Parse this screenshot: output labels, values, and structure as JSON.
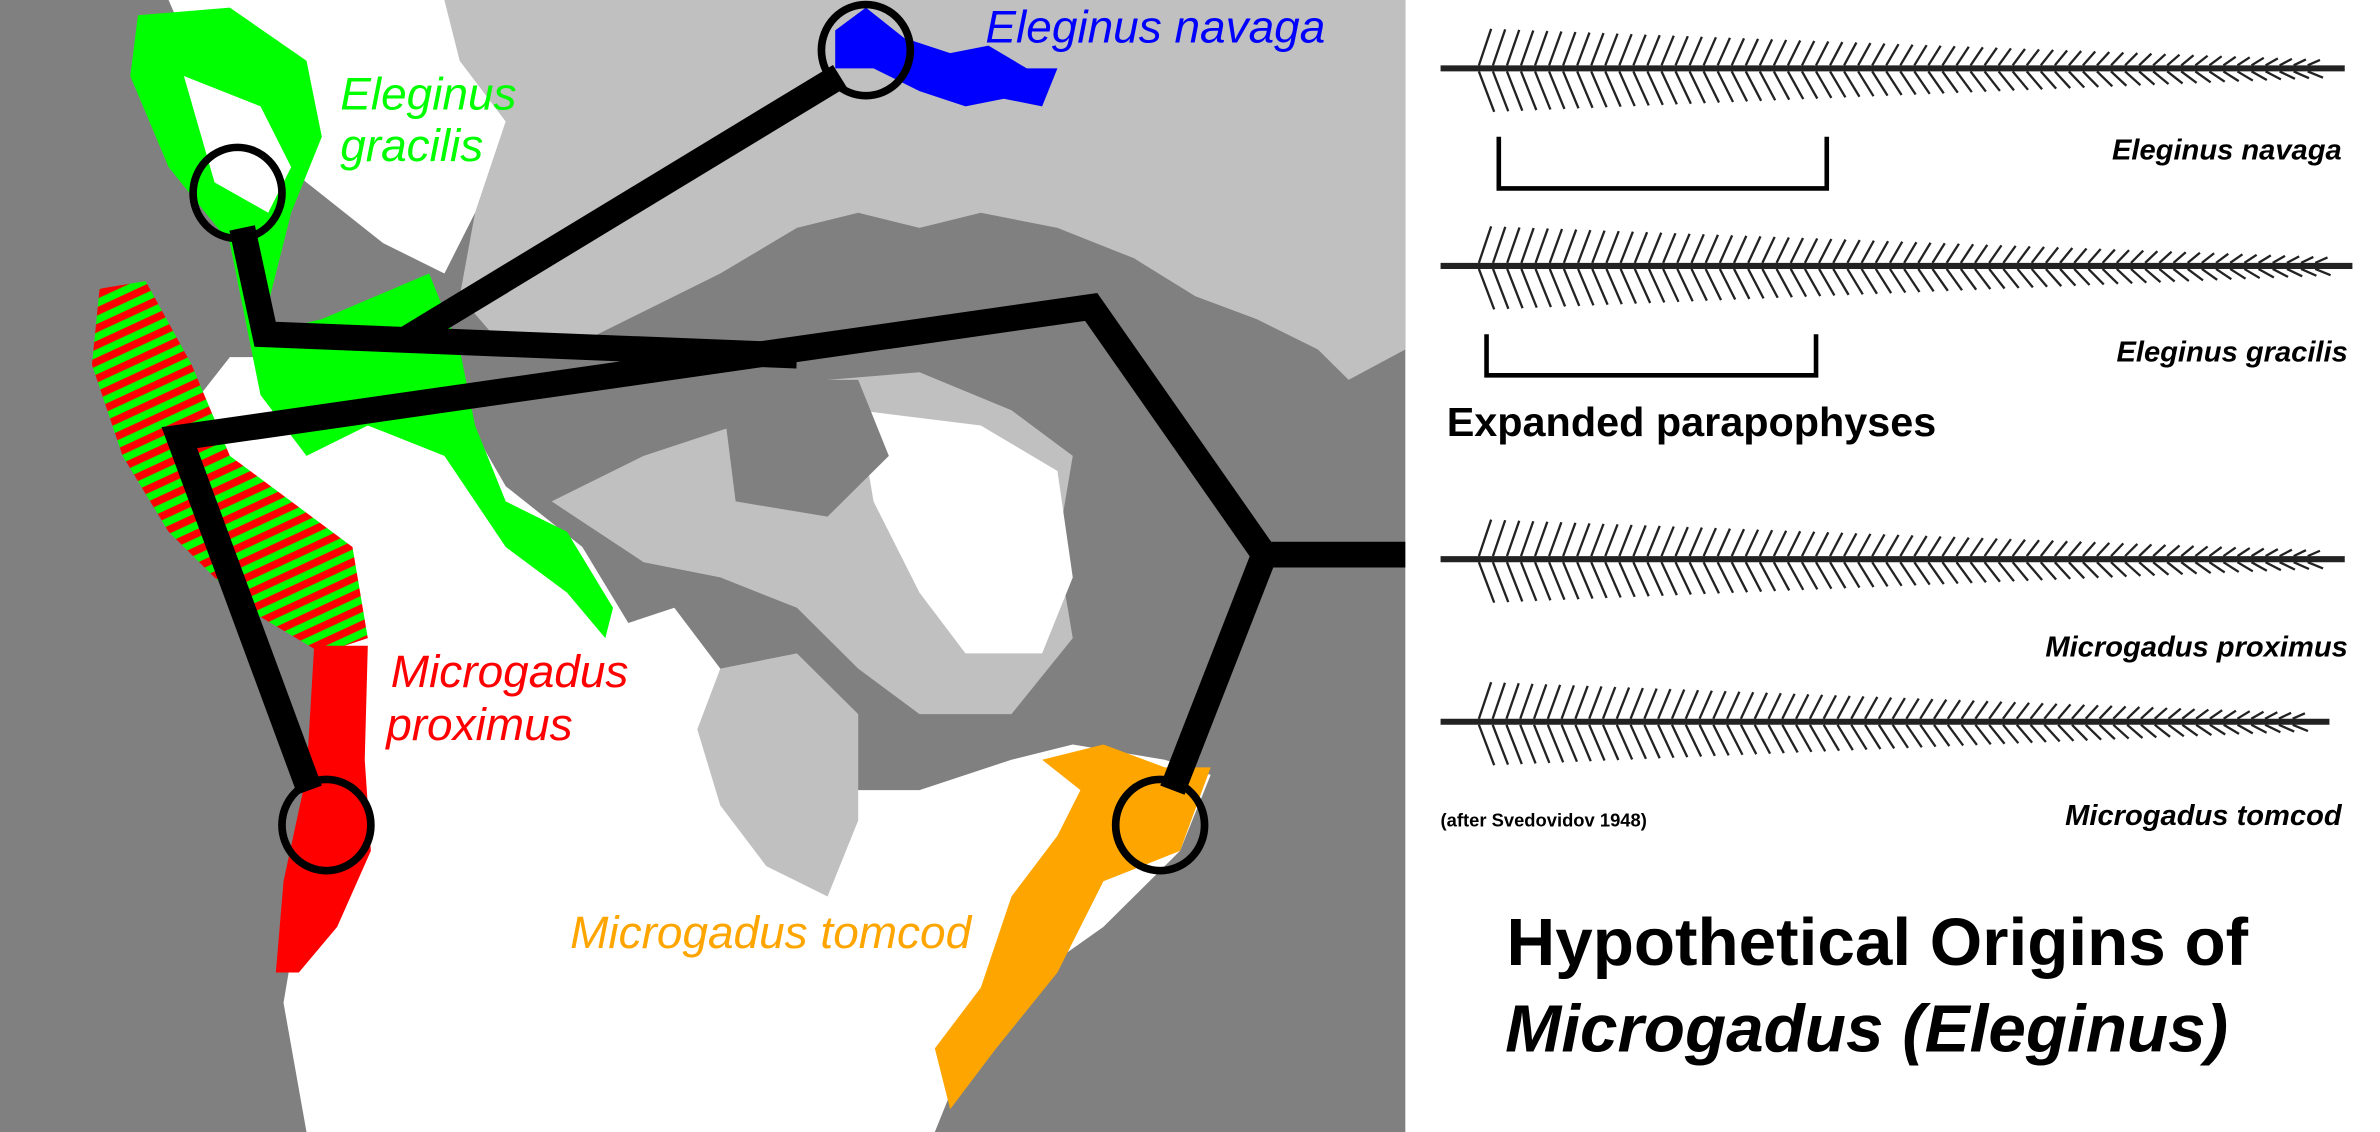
{
  "map": {
    "labels": {
      "eleginus_navaga": "Eleginus navaga",
      "eleginus_gracilis_1": "Eleginus",
      "eleginus_gracilis_2": "gracilis",
      "microgadus_proximus_1": "Microgadus",
      "microgadus_proximus_2": "proximus",
      "microgadus_tomcod": "Microgadus tomcod"
    },
    "colors": {
      "ocean": "#808080",
      "land_other": "#c0c0c0",
      "land_north_america": "#ffffff",
      "eleginus_navaga": "#0000ff",
      "eleginus_gracilis": "#00ff00",
      "microgadus_proximus": "#ff0000",
      "microgadus_tomcod": "#ffa500",
      "lineage_lines": "#000000"
    }
  },
  "skeletons": {
    "fish": [
      {
        "label": "Eleginus navaga"
      },
      {
        "label": "Eleginus gracilis"
      },
      {
        "label": "Microgadus proximus"
      },
      {
        "label": "Microgadus tomcod"
      }
    ],
    "bracket_label": "Expanded parapophyses",
    "credit": "(after Svedovidov 1948)"
  },
  "title": {
    "line1": "Hypothetical Origins of",
    "line2": "Microgadus (Eleginus)"
  }
}
